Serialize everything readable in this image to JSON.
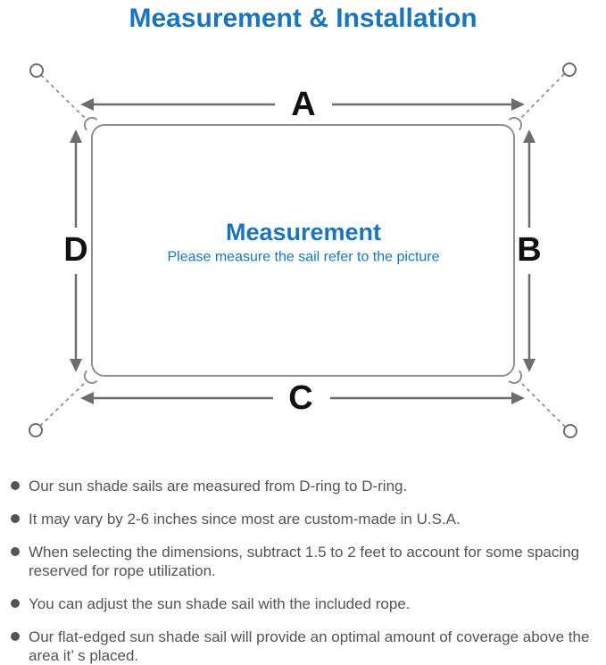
{
  "title": "Measurement & Installation",
  "diagram": {
    "labels": {
      "top": "A",
      "right": "B",
      "bottom": "C",
      "left": "D"
    },
    "center_title": "Measurement",
    "center_subtitle": "Please measure the sail refer to the picture"
  },
  "notes": [
    "Our sun shade sails are measured from D-ring to D-ring.",
    "It may vary by 2-6 inches since most are custom-made in U.S.A.",
    "When selecting the dimensions, subtract 1.5 to 2 feet to account for some spacing reserved for rope utilization.",
    "You can adjust the sun shade sail with the included rope.",
    "Our flat-edged sun shade sail will provide an optimal amount of coverage above the area it’ s placed."
  ],
  "colors": {
    "accent-blue": "#1b75bc",
    "line-gray": "#8f8f8f",
    "arrow-gray": "#6d6d6d",
    "label-black": "#111111",
    "text-gray": "#545454"
  }
}
